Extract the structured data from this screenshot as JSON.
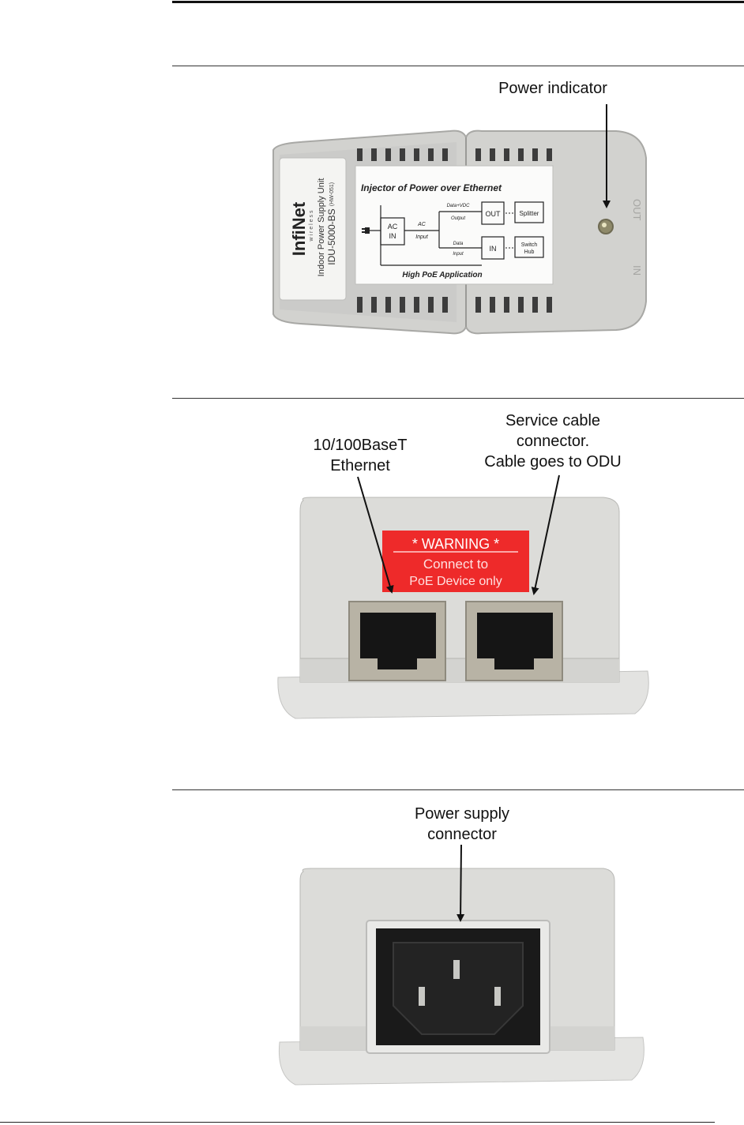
{
  "figure1": {
    "callout": "Power indicator",
    "device": {
      "brand": "InfiNet",
      "brand_sub": "w i r e l e s s",
      "product_line1": "Indoor Power Supply Unit",
      "product_line2": "IDU-5000-BS",
      "hw_code": "(HW-051)",
      "out_mark": "OUT",
      "in_mark": "IN",
      "diagram": {
        "title": "Injector of Power over Ethernet",
        "ac_in": "AC",
        "ac_in2": "IN",
        "ac_input": "AC",
        "ac_input2": "Input",
        "data_vdc": "Data+VDC",
        "output": "Output",
        "data": "Data",
        "input": "Input",
        "out_box": "OUT",
        "in_box": "IN",
        "splitter": "Splitter",
        "switch": "Switch",
        "hub": "Hub",
        "footer": "High PoE Application"
      }
    }
  },
  "figure2": {
    "callout_left_1": "10/100BaseT",
    "callout_left_2": "Ethernet",
    "callout_right_1": "Service cable",
    "callout_right_2": "connector.",
    "callout_right_3": "Cable goes to ODU",
    "warning_title": "* WARNING *",
    "warning_line1": "Connect to",
    "warning_line2": "PoE Device only"
  },
  "figure3": {
    "callout_1": "Power supply",
    "callout_2": "connector"
  },
  "colors": {
    "housing": "#d9d9d6",
    "warning_red": "#ee2a2a",
    "socket_black": "#1a1a1a"
  }
}
